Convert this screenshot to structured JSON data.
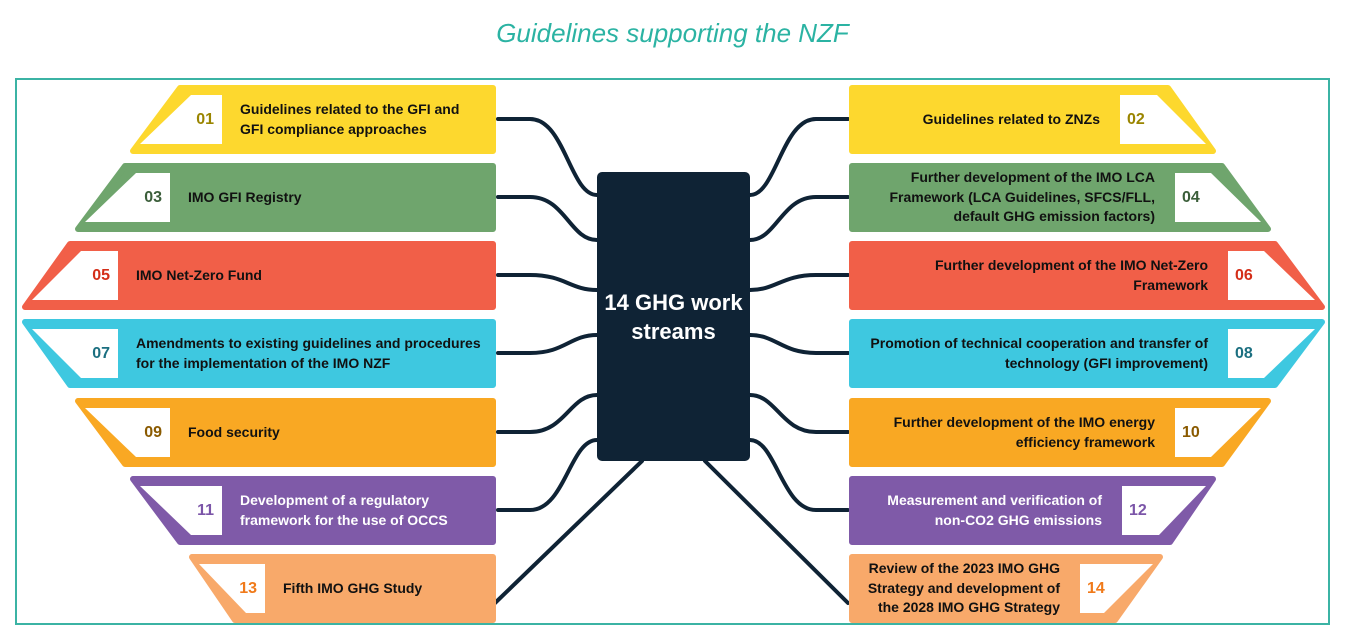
{
  "title": "Guidelines supporting the NZF",
  "hub": {
    "label": "14 GHG work streams",
    "color": "#0f2335"
  },
  "frame_color": "#3bb3a4",
  "items": [
    {
      "number": "01",
      "label": "Guidelines related to the GFI and GFI compliance approaches",
      "fill": "#fdd82e",
      "number_color": "#9a8500",
      "text_color": "#111111"
    },
    {
      "number": "02",
      "label": "Guidelines related to ZNZs",
      "fill": "#fdd82e",
      "number_color": "#9a8500",
      "text_color": "#111111"
    },
    {
      "number": "03",
      "label": "IMO GFI Registry",
      "fill": "#6fa56d",
      "number_color": "#3b5e3a",
      "text_color": "#111111"
    },
    {
      "number": "04",
      "label": "Further development of the IMO LCA Framework (LCA Guidelines, SFCS/FLL, default GHG emission factors)",
      "fill": "#6fa56d",
      "number_color": "#3b5e3a",
      "text_color": "#111111"
    },
    {
      "number": "05",
      "label": "IMO Net-Zero Fund",
      "fill": "#f15f48",
      "number_color": "#d42e18",
      "text_color": "#111111"
    },
    {
      "number": "06",
      "label": "Further development of the IMO Net-Zero Framework",
      "fill": "#f15f48",
      "number_color": "#d42e18",
      "text_color": "#111111"
    },
    {
      "number": "07",
      "label": "Amendments to existing guidelines and procedures for the implementation of the IMO NZF",
      "fill": "#3ec8e0",
      "number_color": "#1b6f80",
      "text_color": "#111111"
    },
    {
      "number": "08",
      "label": "Promotion of technical cooperation and transfer of technology (GFI improvement)",
      "fill": "#3ec8e0",
      "number_color": "#1b6f80",
      "text_color": "#111111"
    },
    {
      "number": "09",
      "label": "Food security",
      "fill": "#f9a823",
      "number_color": "#8a5a00",
      "text_color": "#111111"
    },
    {
      "number": "10",
      "label": "Further development of the IMO energy efficiency framework",
      "fill": "#f9a823",
      "number_color": "#8a5a00",
      "text_color": "#111111"
    },
    {
      "number": "11",
      "label": "Development of a regulatory framework for the use of OCCS",
      "fill": "#7f5aa8",
      "number_color": "#7b55a8",
      "text_color": "#ffffff"
    },
    {
      "number": "12",
      "label": "Measurement and verification of non-CO2 GHG emissions",
      "fill": "#7f5aa8",
      "number_color": "#7b55a8",
      "text_color": "#ffffff"
    },
    {
      "number": "13",
      "label": "Fifth IMO GHG Study",
      "fill": "#f8a96a",
      "number_color": "#f07a1a",
      "text_color": "#111111"
    },
    {
      "number": "14",
      "label": "Review of the 2023 IMO GHG Strategy and development of the 2028 IMO GHG Strategy",
      "fill": "#f8a96a",
      "number_color": "#f07a1a",
      "text_color": "#111111"
    }
  ]
}
